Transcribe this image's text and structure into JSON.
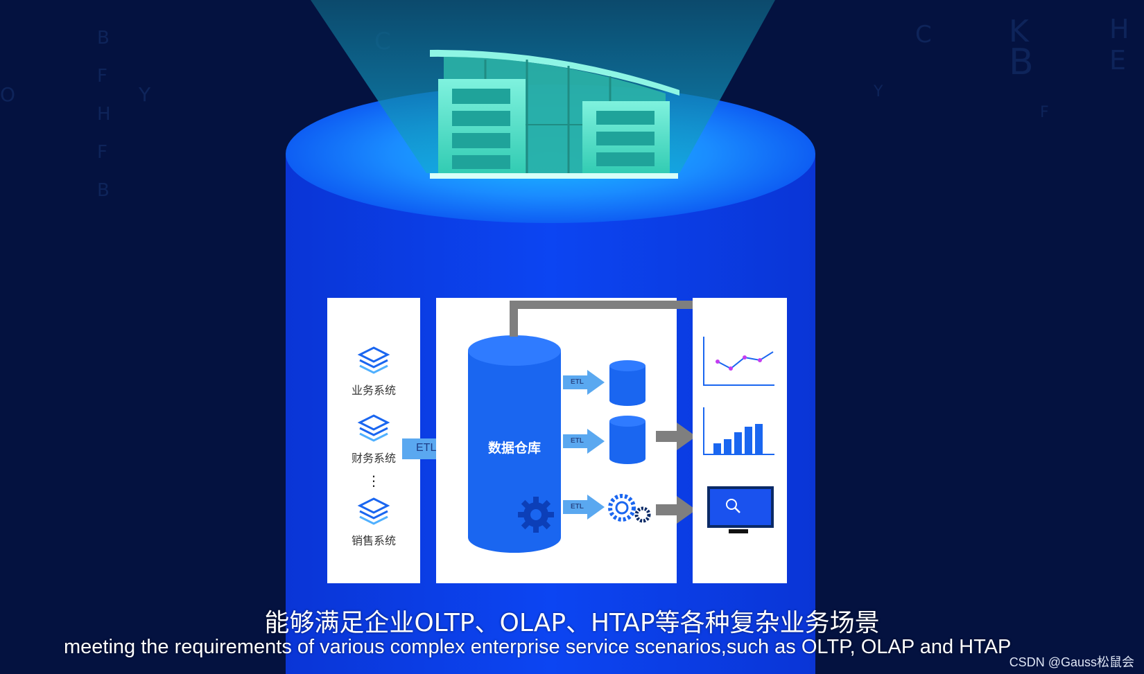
{
  "diagram": {
    "sources": [
      {
        "label": "业务系统",
        "icon": "layers-stack-icon"
      },
      {
        "label": "财务系统",
        "icon": "layers-stack-icon"
      },
      {
        "label": "销售系统",
        "icon": "layers-stack-icon"
      }
    ],
    "ellipsis": "⋮",
    "etl_main_label": "ETL",
    "warehouse_label": "数据仓库",
    "mart_etl_labels": [
      "ETL",
      "ETL",
      "ETL"
    ],
    "outputs": [
      "line-chart-icon",
      "bar-chart-icon",
      "monitor-search-icon"
    ]
  },
  "subtitles": {
    "chinese": "能够满足企业OLTP、OLAP、HTAP等各种复杂业务场景",
    "english": "meeting the requirements of various complex enterprise service scenarios,such as OLTP, OLAP and HTAP"
  },
  "watermark": "CSDN @Gauss松鼠会",
  "colors": {
    "background": "#041240",
    "cylinder": "#0b3ee8",
    "cylinder_top": "#1f7bff",
    "warehouse_blue": "#1a66f0",
    "etl_arrow": "#5aa8f0",
    "gray_arrow": "#808080",
    "building": "#4fe0c8"
  }
}
